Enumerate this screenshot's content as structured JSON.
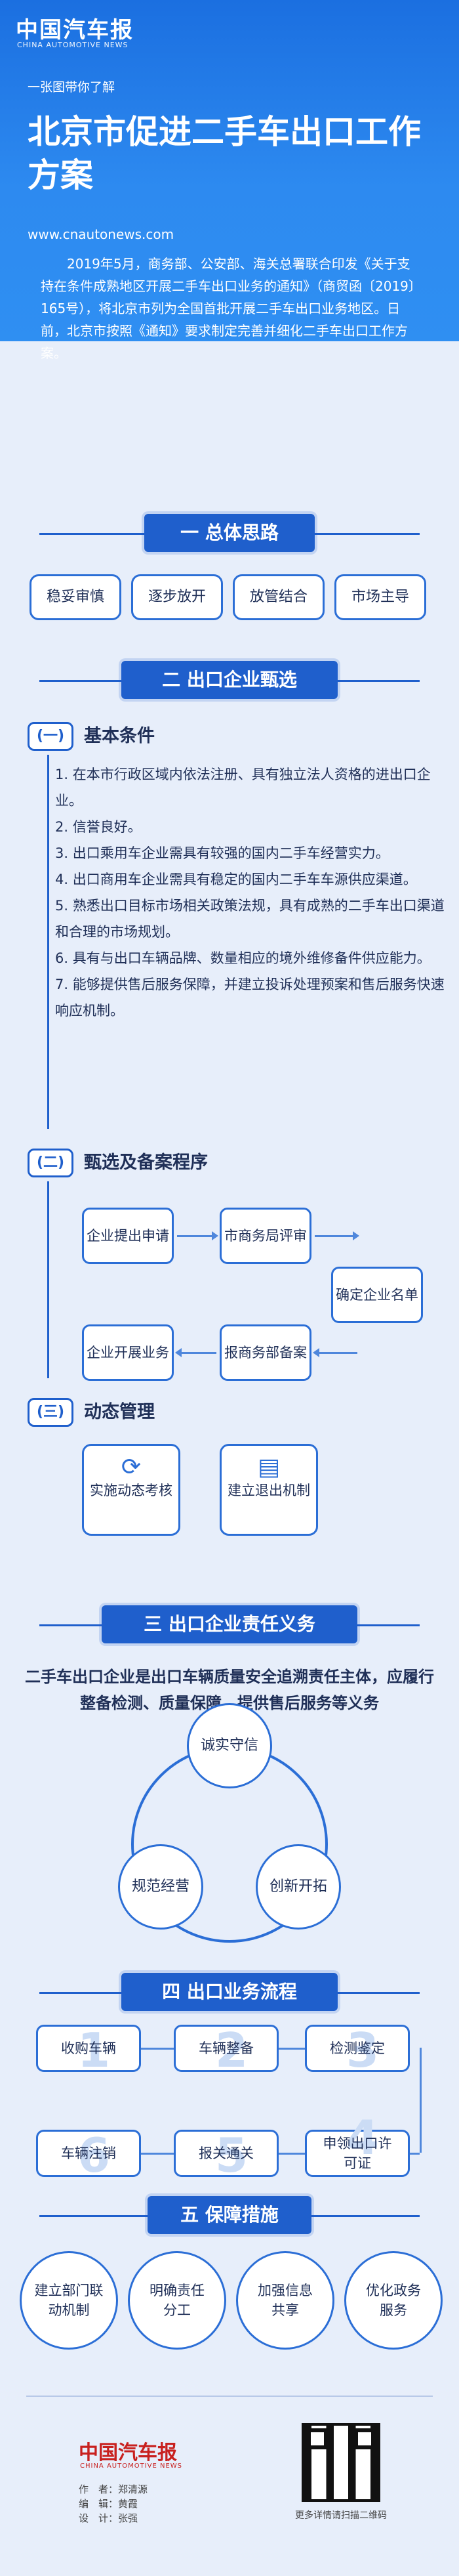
{
  "header": {
    "logo": "中国汽车报",
    "logo_sub": "CHINA AUTOMOTIVE NEWS",
    "kicker": "一张图带你了解",
    "title": "北京市促进二手车出口工作方案",
    "site": "www.cnautonews.com",
    "intro": "2019年5月，商务部、公安部、海关总署联合印发《关于支持在条件成熟地区开展二手车出口业务的通知》（商贸函〔2019〕165号），将北京市列为全国首批开展二手车出口业务地区。日前，北京市按照《通知》要求制定完善并细化二手车出口工作方案。"
  },
  "s1": {
    "title": "一 总体思路",
    "items": [
      "稳妥审慎",
      "逐步放开",
      "放管结合",
      "市场主导"
    ]
  },
  "s2": {
    "title": "二 出口企业甄选",
    "sub1": {
      "num": "(一)",
      "title": "基本条件"
    },
    "conditions": [
      "1. 在本市行政区域内依法注册、具有独立法人资格的进出口企业。",
      "2. 信誉良好。",
      "3. 出口乘用车企业需具有较强的国内二手车经营实力。",
      "4. 出口商用车企业需具有稳定的国内二手车车源供应渠道。",
      "5. 熟悉出口目标市场相关政策法规，具有成熟的二手车出口渠道和合理的市场规划。",
      "6. 具有与出口车辆品牌、数量相应的境外维修备件供应能力。",
      "7. 能够提供售后服务保障，并建立投诉处理预案和售后服务快速响应机制。"
    ],
    "sub2": {
      "num": "(二)",
      "title": "甄选及备案程序"
    },
    "flow": {
      "apply": "企业提出申请",
      "review": "市商务局评审",
      "confirm": "确定企业名单",
      "record": "报商务部备案",
      "start": "企业开展业务"
    },
    "sub3": {
      "num": "(三)",
      "title": "动态管理"
    },
    "dm": [
      "实施动态考核",
      "建立退出机制"
    ]
  },
  "s3": {
    "title": "三 出口企业责任义务",
    "duty": "二手车出口企业是出口车辆质量安全追溯责任主体，应履行整备检测、质量保障、提供售后服务等义务",
    "circles": [
      "诚实守信",
      "规范经营",
      "创新开拓"
    ]
  },
  "s4": {
    "title": "四 出口业务流程",
    "steps": [
      "收购车辆",
      "车辆整备",
      "检测鉴定",
      "申领出口许可证",
      "报关通关",
      "车辆注销"
    ]
  },
  "s5": {
    "title": "五 保障措施",
    "items": [
      "建立部门联动机制",
      "明确责任分工",
      "加强信息共享",
      "优化政务服务"
    ]
  },
  "footer": {
    "logo": "中国汽车报",
    "logo_sub": "CHINA AUTOMOTIVE NEWS",
    "credits": [
      "作　者：郑清源",
      "编　辑：黄霞",
      "设　计：张强"
    ],
    "qr_note": "更多详情请扫描二维码"
  }
}
